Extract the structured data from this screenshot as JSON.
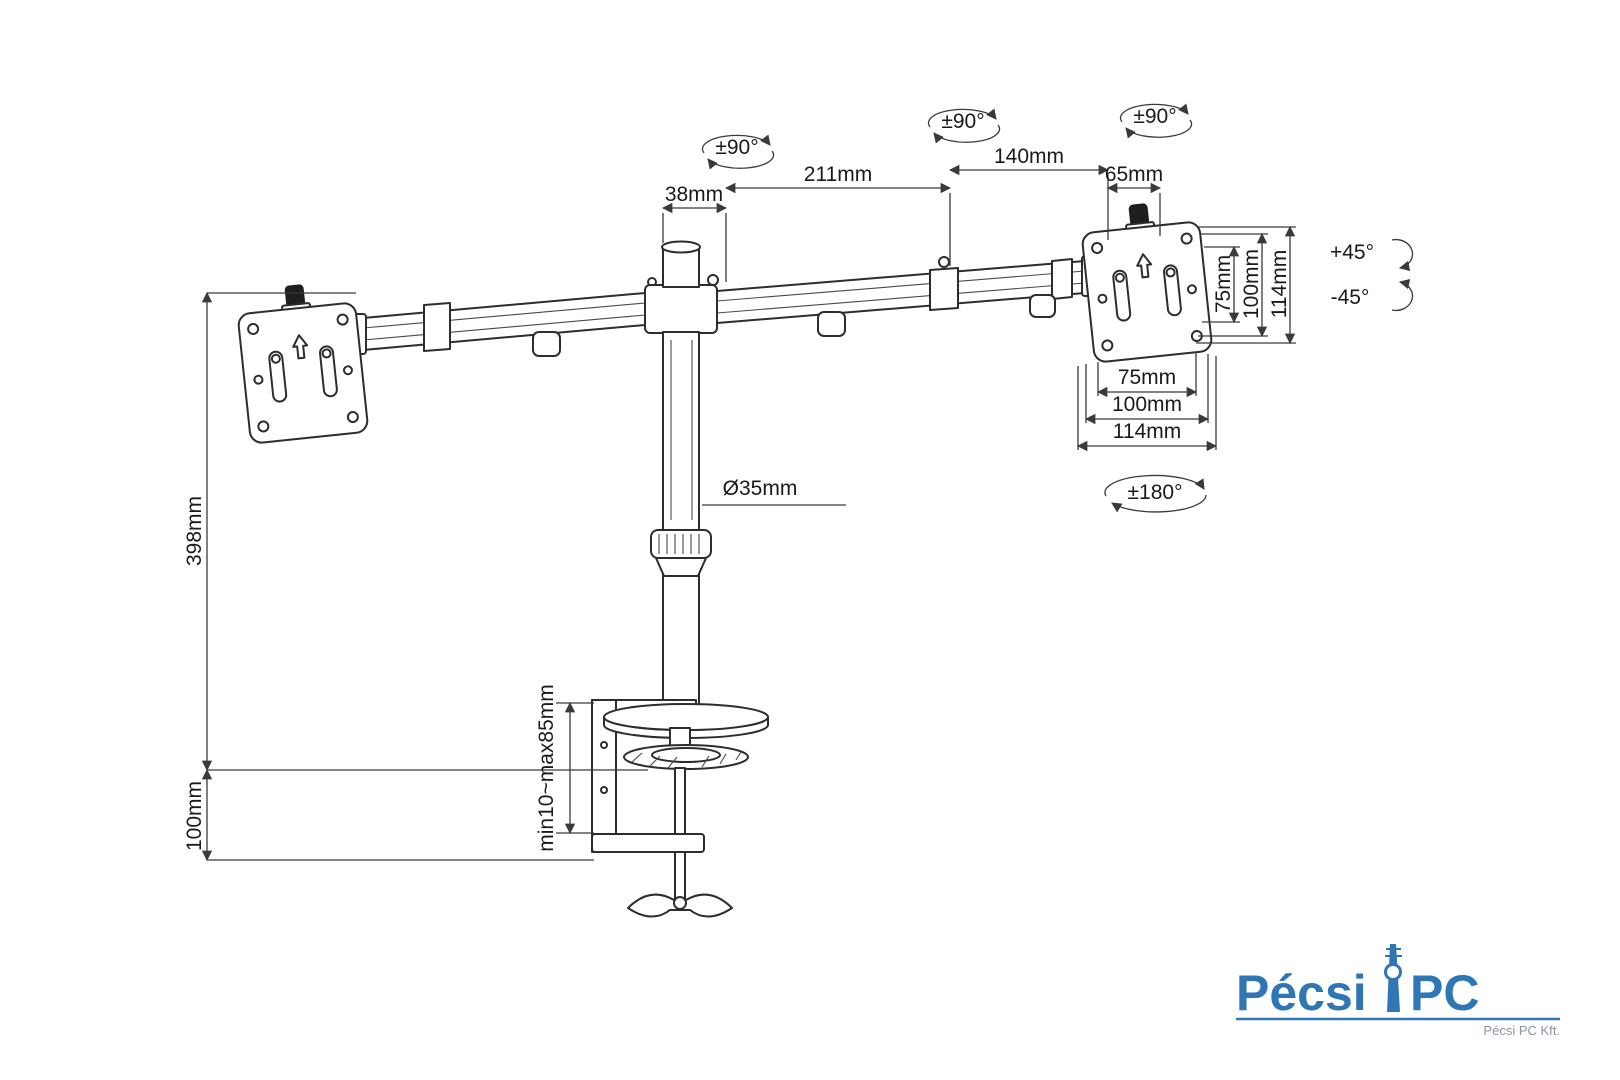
{
  "colors": {
    "line": "#2d2d2d",
    "dimension": "#3a3a3a",
    "logo_blue": "#2f76b5"
  },
  "diagram_labels": {
    "rot_pole": "±90°",
    "rot_mid": "±90°",
    "rot_end": "±90°",
    "dim_38": "38mm",
    "dim_211": "211mm",
    "dim_140": "140mm",
    "dim_65": "65mm",
    "vesa_v_75": "75mm",
    "vesa_v_100": "100mm",
    "vesa_v_114": "114mm",
    "tilt_up": "+45°",
    "tilt_down": "-45°",
    "vesa_h_75": "75mm",
    "vesa_h_100": "100mm",
    "vesa_h_114": "114mm",
    "rot_180": "±180°",
    "pole_diameter": "Ø35mm",
    "pole_height": "398mm",
    "clamp_below": "100mm",
    "desk_thickness": "min10~max85mm"
  },
  "logo": {
    "brand_first": "Pécsi",
    "brand_second": "PC",
    "subtitle": "Pécsi PC Kft.",
    "brand_color": "#2f76b5"
  }
}
